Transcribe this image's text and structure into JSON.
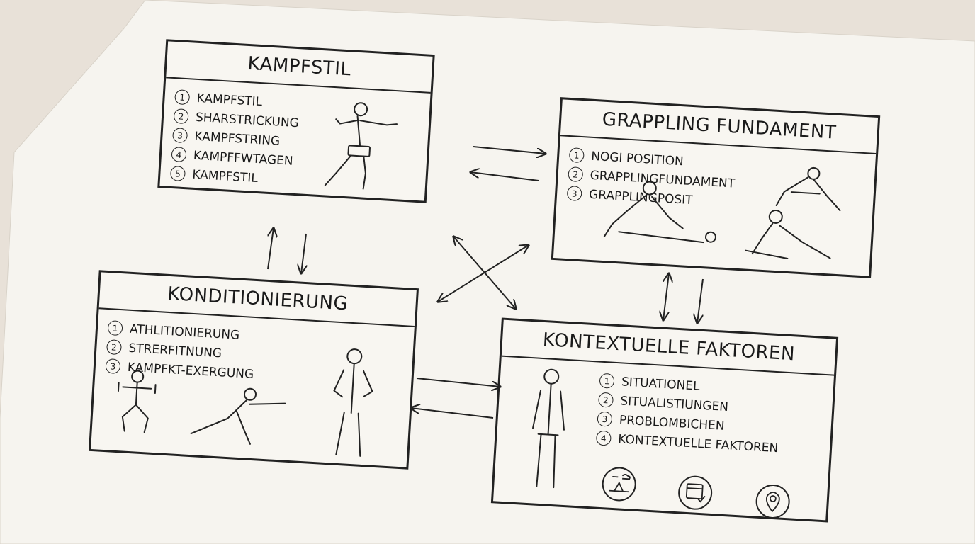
{
  "boxes": {
    "kampfstil": {
      "title": "KAMPFSTIL",
      "items": [
        {
          "num": "1",
          "label": "KAMPFSTIL"
        },
        {
          "num": "2",
          "label": "SHARSTRICKUNG"
        },
        {
          "num": "3",
          "label": "KAMPFSTRING"
        },
        {
          "num": "4",
          "label": "KAMPFFWTAGEN"
        },
        {
          "num": "5",
          "label": "KAMPFSTIL"
        }
      ]
    },
    "grappling": {
      "title": "GRAPPLING  FUNDAMENT",
      "items": [
        {
          "num": "1",
          "label": "NOGI POSITION"
        },
        {
          "num": "2",
          "label": "GRAPPLINGFUNDAMENT"
        },
        {
          "num": "3",
          "label": "GRAPPLINGPOSIT"
        }
      ]
    },
    "konditionierung": {
      "title": "KONDITIONIERUNG",
      "items": [
        {
          "num": "1",
          "label": "ATHLITIONIERUNG"
        },
        {
          "num": "2",
          "label": "STRERFITNUNG"
        },
        {
          "num": "3",
          "label": "KAMPFKT-EXERGUNG"
        }
      ]
    },
    "kontext": {
      "title": "KONTEXTUELLE FAKTOREN",
      "items": [
        {
          "num": "1",
          "label": "SITUATIONEL"
        },
        {
          "num": "2",
          "label": "SITUALISTIUNGEN"
        },
        {
          "num": "3",
          "label": "PROBLOMBICHEN"
        },
        {
          "num": "4",
          "label": "KONTEXTUELLE FAKTOREN"
        }
      ]
    }
  },
  "context_icons": [
    "terrain-weather-icon",
    "calendar-check-icon",
    "location-pin-icon"
  ],
  "colors": {
    "background": "#e8e1d8",
    "paper": "#f8f6f1",
    "ink": "#222222"
  }
}
